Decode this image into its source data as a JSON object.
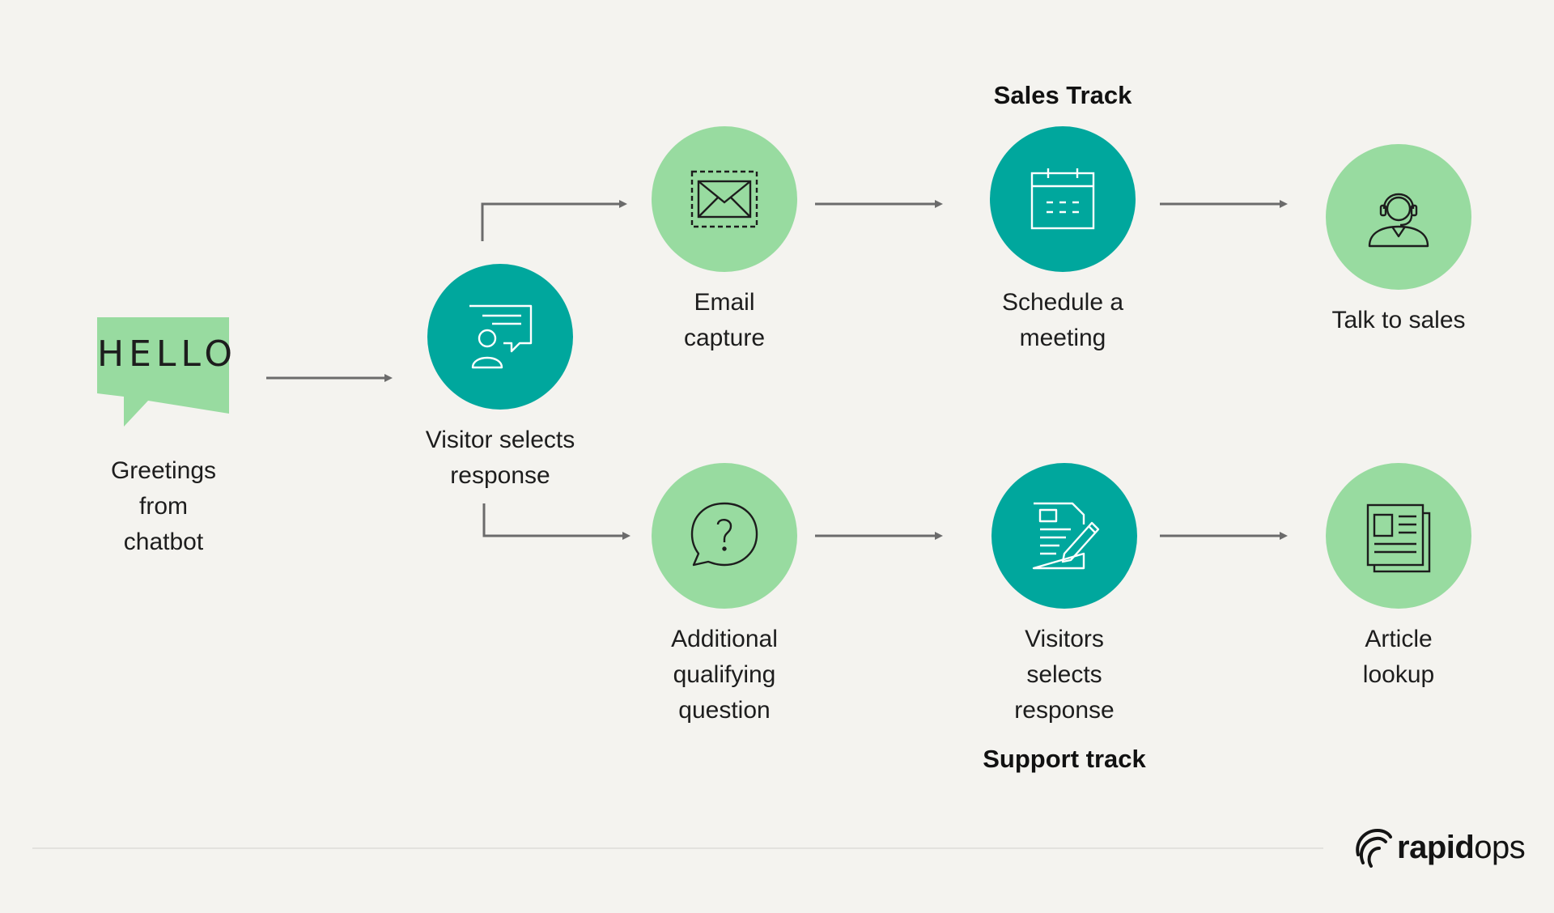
{
  "start": {
    "bubble_text": "HELLO",
    "label": "Greetings\nfrom\nchatbot"
  },
  "hub": {
    "label": "Visitor selects\nresponse"
  },
  "sales_track": {
    "title": "Sales Track",
    "steps": [
      {
        "label": "Email\ncapture",
        "icon": "envelope-icon"
      },
      {
        "label": "Schedule a\nmeeting",
        "icon": "calendar-icon"
      },
      {
        "label": "Talk to sales",
        "icon": "sales-agent-icon"
      }
    ]
  },
  "support_track": {
    "title": "Support track",
    "steps": [
      {
        "label": "Additional\nqualifying\nquestion",
        "icon": "question-bubble-icon"
      },
      {
        "label": "Visitors\nselects\nresponse",
        "icon": "form-edit-icon"
      },
      {
        "label": "Article\nlookup",
        "icon": "newspaper-icon"
      }
    ]
  },
  "colors": {
    "background": "#f4f3ef",
    "light_green": "#98dba0",
    "teal": "#00a79d",
    "arrow": "#6b6b6b"
  },
  "brand": {
    "name_bold": "rapid",
    "name_light": "ops"
  }
}
